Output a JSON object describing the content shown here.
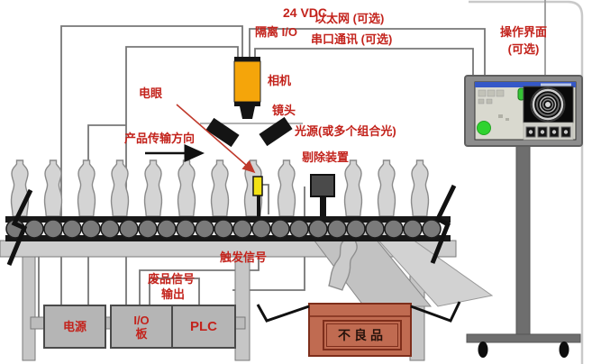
{
  "connections": {
    "power": "24 VDC",
    "isolated_io": "隔离 I/O",
    "ethernet": "以太网 (可选)",
    "serial": "串口通讯 (可选)",
    "operator_ui_line1": "操作界面",
    "operator_ui_line2": "(可选)"
  },
  "labels": {
    "camera": "相机",
    "lens": "镜头",
    "photo_eye": "电眼",
    "direction": "产品传输方向",
    "light_source": "光源(或多个组合光)",
    "reject_device": "剔除装置",
    "trigger_signal": "触发信号",
    "reject_signal_line1": "废品信号",
    "reject_signal_line2": "输出"
  },
  "devices": {
    "power_supply": "电源",
    "io_board_line1": "I/O",
    "io_board_line2": "板",
    "plc": "PLC",
    "defect_box": "不良品"
  },
  "colors": {
    "label_red": "#c3231c",
    "camera_orange": "#f5a50a",
    "photo_eye_yellow": "#f2e114",
    "defect_box_red": "#c06b51",
    "monitor_status_green": "#2fd32f",
    "titlebar_blue": "#3558c8"
  }
}
